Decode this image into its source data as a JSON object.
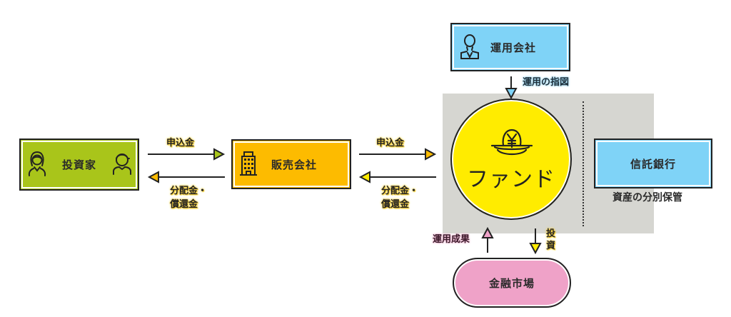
{
  "nodes": {
    "investor": {
      "label": "投資家",
      "color": "#a9c51a"
    },
    "distributor": {
      "label": "販売会社",
      "color": "#fdbb00"
    },
    "manager": {
      "label": "運用会社",
      "color": "#7fd3f7"
    },
    "fund": {
      "label": "ファンド",
      "color": "#ffec00",
      "icon": "yen-coin-icon"
    },
    "trust_bank": {
      "label": "信託銀行",
      "color": "#7fd3f7",
      "caption": "資産の分別保管"
    },
    "market": {
      "label": "金融市場",
      "color": "#efa2c8"
    }
  },
  "flows": {
    "investor_to_distributor": "申込金",
    "distributor_to_investor_line1": "分配金・",
    "distributor_to_investor_line2": "償還金",
    "distributor_to_fund": "申込金",
    "fund_to_distributor_line1": "分配金・",
    "fund_to_distributor_line2": "償還金",
    "manager_to_fund": "運用の指図",
    "market_to_fund": "運用成果",
    "fund_to_market_line1": "投",
    "fund_to_market_line2": "資"
  },
  "colors": {
    "area_background": "#d6d6d1",
    "outline": "#222222"
  }
}
